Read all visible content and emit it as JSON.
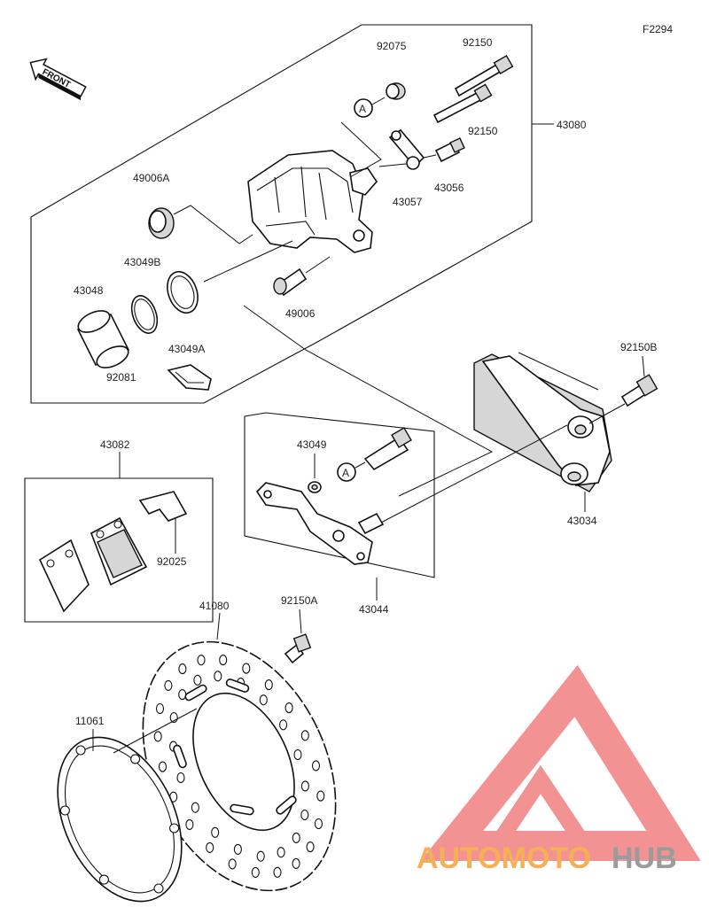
{
  "figure_code": "F2294",
  "front_badge": "FRONT",
  "callout_letter": "A",
  "watermark": {
    "part1": "AUTOMOTO",
    "part2": "HUB",
    "color_primary": "#f4a33a",
    "color_secondary": "#888888",
    "logo_color": "#f08080"
  },
  "parts": [
    {
      "id": "92075",
      "label": "92075"
    },
    {
      "id": "92150-top",
      "label": "92150"
    },
    {
      "id": "92150-mid",
      "label": "92150"
    },
    {
      "id": "43080",
      "label": "43080"
    },
    {
      "id": "49006A",
      "label": "49006A"
    },
    {
      "id": "43057",
      "label": "43057"
    },
    {
      "id": "43056",
      "label": "43056"
    },
    {
      "id": "43049B",
      "label": "43049B"
    },
    {
      "id": "43048",
      "label": "43048"
    },
    {
      "id": "49006",
      "label": "49006"
    },
    {
      "id": "43049A",
      "label": "43049A"
    },
    {
      "id": "92081",
      "label": "92081"
    },
    {
      "id": "92150B",
      "label": "92150B"
    },
    {
      "id": "43082",
      "label": "43082"
    },
    {
      "id": "43049",
      "label": "43049"
    },
    {
      "id": "43034",
      "label": "43034"
    },
    {
      "id": "92025",
      "label": "92025"
    },
    {
      "id": "43044",
      "label": "43044"
    },
    {
      "id": "41080",
      "label": "41080"
    },
    {
      "id": "92150A",
      "label": "92150A"
    },
    {
      "id": "11061",
      "label": "11061"
    }
  ]
}
